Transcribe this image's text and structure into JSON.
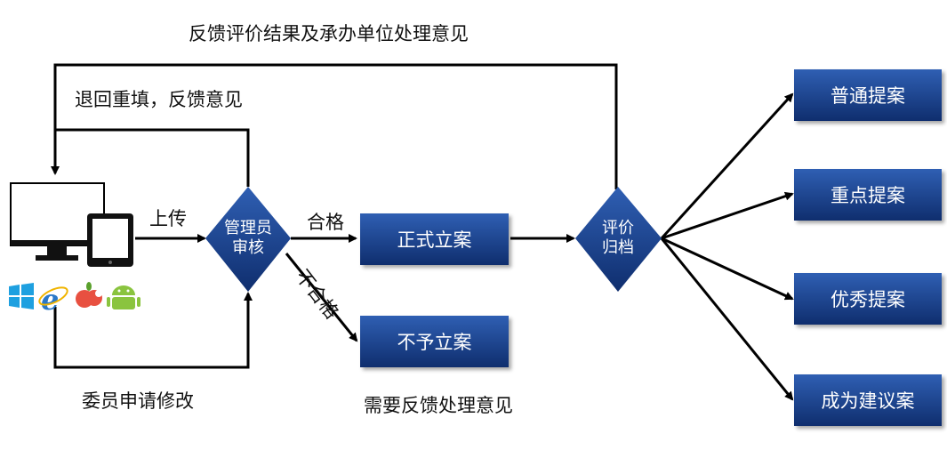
{
  "top_feedback_label": "反馈评价结果及承办单位处理意见",
  "return_label": "退回重填，反馈意见",
  "upload_label": "上传",
  "qualified_label": "合格",
  "unqualified_label": "不合格",
  "member_label": "委员申请修改",
  "feedback_note": "需要反馈处理意见",
  "review": {
    "line1": "管理员",
    "line2": "审核"
  },
  "archive": {
    "line1": "评价",
    "line2": "归档"
  },
  "accept_box": "正式立案",
  "reject_box": "不予立案",
  "categories": [
    "普通提案",
    "重点提案",
    "优秀提案",
    "成为建议案"
  ],
  "colors": {
    "box_top": "#2f5fb3",
    "box_bottom": "#0f2e6e",
    "line": "#000000"
  },
  "icons": [
    "windows-icon",
    "ie-icon",
    "apple-icon",
    "android-icon"
  ]
}
